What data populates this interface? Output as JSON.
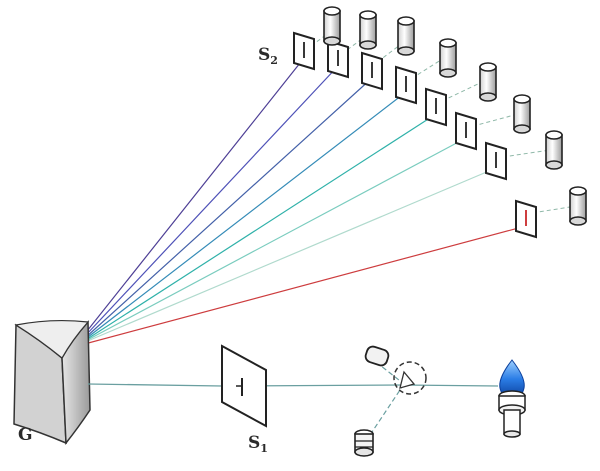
{
  "labels": {
    "grating": "G",
    "entrance_slit": "S",
    "entrance_slit_sub": "1",
    "exit_slits": "S",
    "exit_slits_sub": "2"
  },
  "beam_colors": [
    "#3a2a8a",
    "#3b3fb0",
    "#2f4f9f",
    "#1f7fb0",
    "#19a9a0",
    "#6cc7b8",
    "#a8d6c8",
    "#c8282a"
  ],
  "detector_count": 8
}
